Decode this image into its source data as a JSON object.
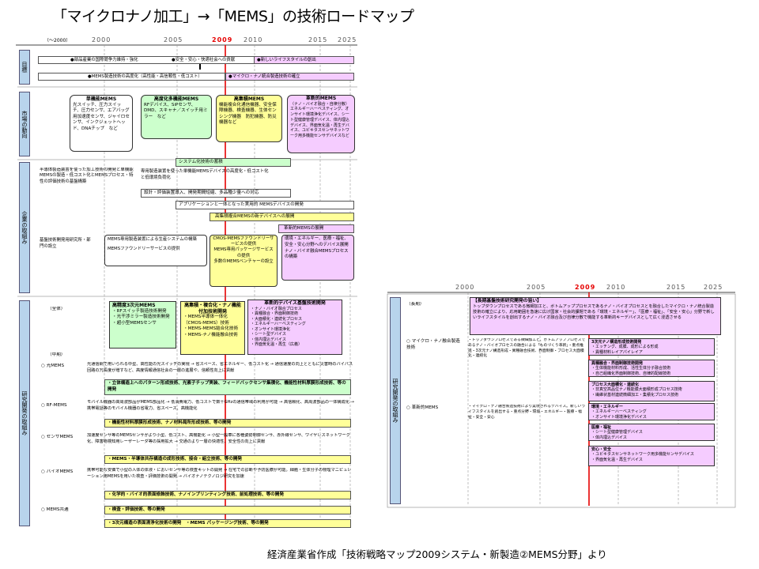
{
  "title": "「マイクロナノ加工」→「MEMS」の技術ロードマップ",
  "source": "経済産業省作成「技術戦略マップ2009システム・新製造②MEMS分野」より",
  "colors": {
    "highlight_red": "#e60000",
    "yellow": "#ffff99",
    "green": "#ccffcc",
    "pink": "#f5ccff",
    "side_label": "#b8d4ec"
  },
  "timeline_left": {
    "start_label": "（〜2000）",
    "years": [
      "2000",
      "2005",
      "2009",
      "2010",
      "2015",
      "2025"
    ]
  },
  "timeline_right": {
    "years": [
      "2000",
      "2005",
      "2009",
      "2010",
      "2015",
      "2025"
    ]
  },
  "side_labels": {
    "goal": "目標",
    "market": "市場の動向",
    "industry": "企業の取組み",
    "research": "研究開発の取組み",
    "research_right": "研究開発の取組み"
  },
  "goals": {
    "row1": [
      "●部品産業の国際競争力維持・強化",
      "●安全・安心・快適社会への貢献",
      "●新しいライフスタイルの創出"
    ],
    "row2": [
      "●MEMS製造技術の高度化（高性能・高信頼性・低コスト）",
      "●マイクロ・ナノ統合製造技術の確立"
    ]
  },
  "market": {
    "single": {
      "head": "単機能MEMS",
      "body": "光スイッチ、圧力スイッチ、圧力センサ、エアバッグ用加速度センサ、ジャイロセンサ、インクジェットヘッド、DNAチップ　など"
    },
    "advanced": {
      "head": "高度化多機能MEMS",
      "body": "RFデバイス、SiPセンサ、DMD、スキャナ／スイッチ用ミラー　など"
    },
    "integrated": {
      "head": "高集積MEMS",
      "body": "機能複合化通信機器、安全保障機器、検査機器、生体センシング機器　防犯機器、防災機器など"
    },
    "novel": {
      "head": "革新的MEMS",
      "body": "（ナノ・バイオ融合・自律分散）エネルギーハーベスティング、オンサイト環境浄化デバイス、シート型健康管理デバイス、体内埋込デバイス、界面気化温・再生デバイス、ユビキタスセンサネットワーク用多機能センサデバイスなど"
    }
  },
  "industry": {
    "system_band": "システム化技術の蓄積",
    "left_text": "半導体製造装置を使った加工技術の開発と単機能MEMSの製造・低コスト化とMEMSプロセス・特性の評価技術の基盤構築",
    "dedicated": "専用製造装置を使った単機能MEMSデバイスの高度化・低コスト化と低環境負荷化",
    "design_band": "設計・評価装置導入、開発期間短縮、多品種少量への対応",
    "app_band": "アプリケーションと一体となった実用的 MEMSデバイスの開発",
    "integrated_band": "高集積複合MEMSの新デバイスへの展開",
    "novel_band": "革新的MEMSの展開",
    "basic_dev": "基盤技術開発用研究所・部門の設立",
    "equipment": "MEMS専用製造装置による生産システムの構築",
    "foundry": "MEMSファウンドリーサービスの提供",
    "cmos": "CMOS-MEMSファウンドリーサービスの提供",
    "package": "MEMS専用パッケージサービスの提供",
    "venture": "多数のMEMSベンチャーの設立",
    "environment": "環境・エネルギー、医療・福祉、安全・安心分野へのデバイス展開",
    "nanobio": "ナノ・バイオ融合MEMSプロセスの構築"
  },
  "research": {
    "overall": "（全体）",
    "midterm": "（中期）",
    "hd3": {
      "head": "高精度3次元MEMS",
      "items": [
        "・RFスイッチ製造技術開発",
        "・光干渉ミラー製造技術開発",
        "・超小型MEMSセンサ"
      ]
    },
    "composite": {
      "head": "高集積・複合化・ナノ機能付加技術開発",
      "items": [
        "・MEMS半導体一体化（CMOS-MEMS）技術",
        "・MEMS-MEMS結合化技術",
        "・MEMS-ナノ機能融合技術"
      ]
    },
    "novel_dev": {
      "head": "革新的デバイス基盤技術開発",
      "items": [
        "・ナノ・バイオ融合プロセス",
        "・異種融合・界面制御技術",
        "・大面積化・連続化プロセス",
        "・エネルギーハーベスティング",
        "・オンサイト環境浄化",
        "・シート型デバイス",
        "・体内埋込デバイス",
        "・界面気化温・再生（広義）"
      ]
    },
    "optical": {
      "label": "○ 光MEMS",
      "text": "光通信網で用いられる中型、高性能の光スイッチの実現 → 省スペース、省エネルギー、低コスト化 → 通信速度の向上とともに災害時のバイパス回路の冗長度が増すなど、高度情報通信社会の一層の進展や、信頼性向上に貢献"
    },
    "optical_band": "・立体構造上へのパターン形成技術、光素子チップ実装、フィードバックセンサ集積化、機能性材料厚膜形成技術、等の開発",
    "rf": {
      "label": "○ RF-MEMS",
      "text": "モバイル機器の高周波部品がMEMS部品化 → 低消費電力、低コストで数十GHzの通信帯域の利用が可能 → 高信頼化、高周波部品の一体構成化 → 携帯電話等のモバイル機器の省電力、省スペース、高機能化"
    },
    "rf_band": "・機能性材料厚膜形成技術、ナノ材料局所形成技術、等の開発",
    "sensor": {
      "label": "○ センサMEMS",
      "text": "加速度センサ等のMEMSセンサがより小型、低コスト、高機能化 → 小型一般車に各種姿勢制御センサ、赤外線センサ、ワイヤレスネットワーク化、障害物検知用レーザーレーダ等の採用拡大 → 交通のより一層の快適性、安全性の向上に貢献"
    },
    "sensor_band": "・MEMS・半導体共存構造の成形技術、接合・組立技術、等の開発",
    "bio": {
      "label": "○ バイオMEMS",
      "text": "携帯可能な安価で小型の人体の体液・においセンサ等の検査キットの開発 → 在宅での診断や予防医療が可能。細胞・生体分子の物理マニピュレーション用MEMSを用いた検査・評価技術の開発 → バイオナノテクノロジ研究を加速"
    },
    "bio_band": "・化学的・バイオ的表面修飾技術、ナノインプリンティング技術、前処理技術、等の開発",
    "common": {
      "label": "○ MEMS共通"
    },
    "common_band1": "・検査・評価技術、等の開発",
    "common_band2": "・3次元構造の表面清浄化技術の開発　・MEMS パッケージング技術、等の開発"
  },
  "right": {
    "longterm": "（長期）",
    "aim": {
      "head": "【長期基盤技術研究開発の狙い】",
      "body": "トップダウンプロセスである微細加工と、ボトムアッププロセスであるナノ・バイオプロセスとを融合したマイクロ・ナノ統合製造技術の確立により、応用範囲を急速に広げ国家・社会的課題である「環境・エネルギー」、「医療・福祉」、「安全・安心」分野で新しいライフスタイルを創出するナノ・バイオ融合及び自律分散で機能する革新的キーデバイスとして広く浸透させる"
    },
    "micronano": {
      "label": "○ マイクロ・ナノ融合製造技術",
      "text": "・トップダウンプロセスである微細加工と、ボトムアッププロセスであるナノ・バイオプロセスの融合による「ものづくり革新」・重点推進・3次元ナノ構造形成・異種融合技術、界面制御・プロセス大面積化・連続化"
    },
    "novel_mems": {
      "label": "○ 革新的MEMS",
      "text": "・マイクロ・ナノ融合製造技術により実現されるデバイス。新しいライフスタイルを創出する・重点分野・環境・エネルギー・医療・福祉・安全・安心"
    },
    "b3d": {
      "head": "3次元ナノ構造形成技術開発",
      "items": [
        "・エッチング、成膜、成形による形成",
        "・異種材料レイアパイレイア"
      ]
    },
    "bhybrid": {
      "head": "異種融合・界面制御技術開発",
      "items": [
        "・生体機能材料形成、活性生体分子融合技術",
        "・自己組織化界面制御技術、自律的配線技術"
      ]
    },
    "blarge": {
      "head": "プロセス大面積化・連続化",
      "items": [
        "・非真空高品位ナノ機能膜大面積形成プロセス技術",
        "・繊維状基材連続微細加工・集積化プロセス技術"
      ]
    },
    "benv": {
      "head": "環境・エネルギー",
      "items": [
        "・エネルギーハーベスティング",
        "・オンサイト環境浄化デバイス"
      ]
    },
    "bmed": {
      "head": "医療・福祉",
      "items": [
        "・シート型健康管理デバイス",
        "・体内埋込デバイス"
      ]
    },
    "bsafe": {
      "head": "安心・安全",
      "items": [
        "・ユビキタスセンサネットワーク用多機能センサデバイス",
        "・界面気化温・再生デバイス"
      ]
    }
  }
}
